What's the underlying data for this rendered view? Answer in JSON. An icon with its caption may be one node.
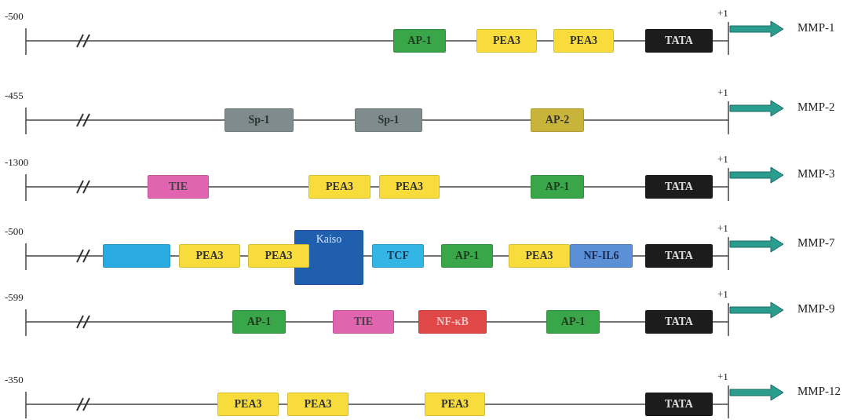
{
  "diagram": {
    "nodes": [
      {
        "text": [
          "AP-1"
        ]
      },
      {
        "text": [
          "PEA3"
        ]
      },
      {
        "text": [
          "PEA3"
        ]
      },
      {
        "text": [
          "TATA"
        ]
      },
      {
        "text": [
          "Sp-1"
        ]
      },
      {
        "text": [
          "Sp-1"
        ]
      },
      {
        "text": [
          "AP-2"
        ]
      },
      {
        "text": [
          "TIE"
        ]
      },
      {
        "text": [
          "PEA3"
        ]
      },
      {
        "text": [
          "PEA3"
        ]
      },
      {
        "text": [
          "AP-1"
        ]
      },
      {
        "text": [
          "TATA"
        ]
      },
      {
        "text": [],
        "shape": "box"
      },
      {
        "text": [
          "PEA3"
        ]
      },
      {
        "text": [
          "Kaiso"
        ]
      },
      {
        "text": [
          "PEA3"
        ]
      },
      {
        "text": [
          "TCF"
        ]
      },
      {
        "text": [
          "AP-1"
        ]
      },
      {
        "text": [
          "PEA3"
        ]
      },
      {
        "text": [
          "NF-IL6"
        ]
      },
      {
        "text": [
          "TATA"
        ]
      },
      {
        "text": [
          "AP-1"
        ]
      },
      {
        "text": [
          "TIE"
        ]
      },
      {
        "text": [
          "NF-κB"
        ]
      },
      {
        "text": [
          "AP-1"
        ]
      },
      {
        "text": [
          "TATA"
        ]
      },
      {
        "text": [
          "PEA3"
        ]
      },
      {
        "text": [
          "PEA3"
        ]
      },
      {
        "text": [
          "PEA3"
        ]
      },
      {
        "text": [
          "TATA"
        ]
      }
    ],
    "edges": [],
    "labels": [
      "-500",
      "+1",
      "MMP-1",
      "-455",
      "+1",
      "MMP-2",
      "-1300",
      "+1",
      "MMP-3",
      "-500",
      "+1",
      "MMP-7",
      "-599",
      "+1",
      "MMP-9",
      "-350",
      "+1",
      "MMP-12"
    ]
  }
}
